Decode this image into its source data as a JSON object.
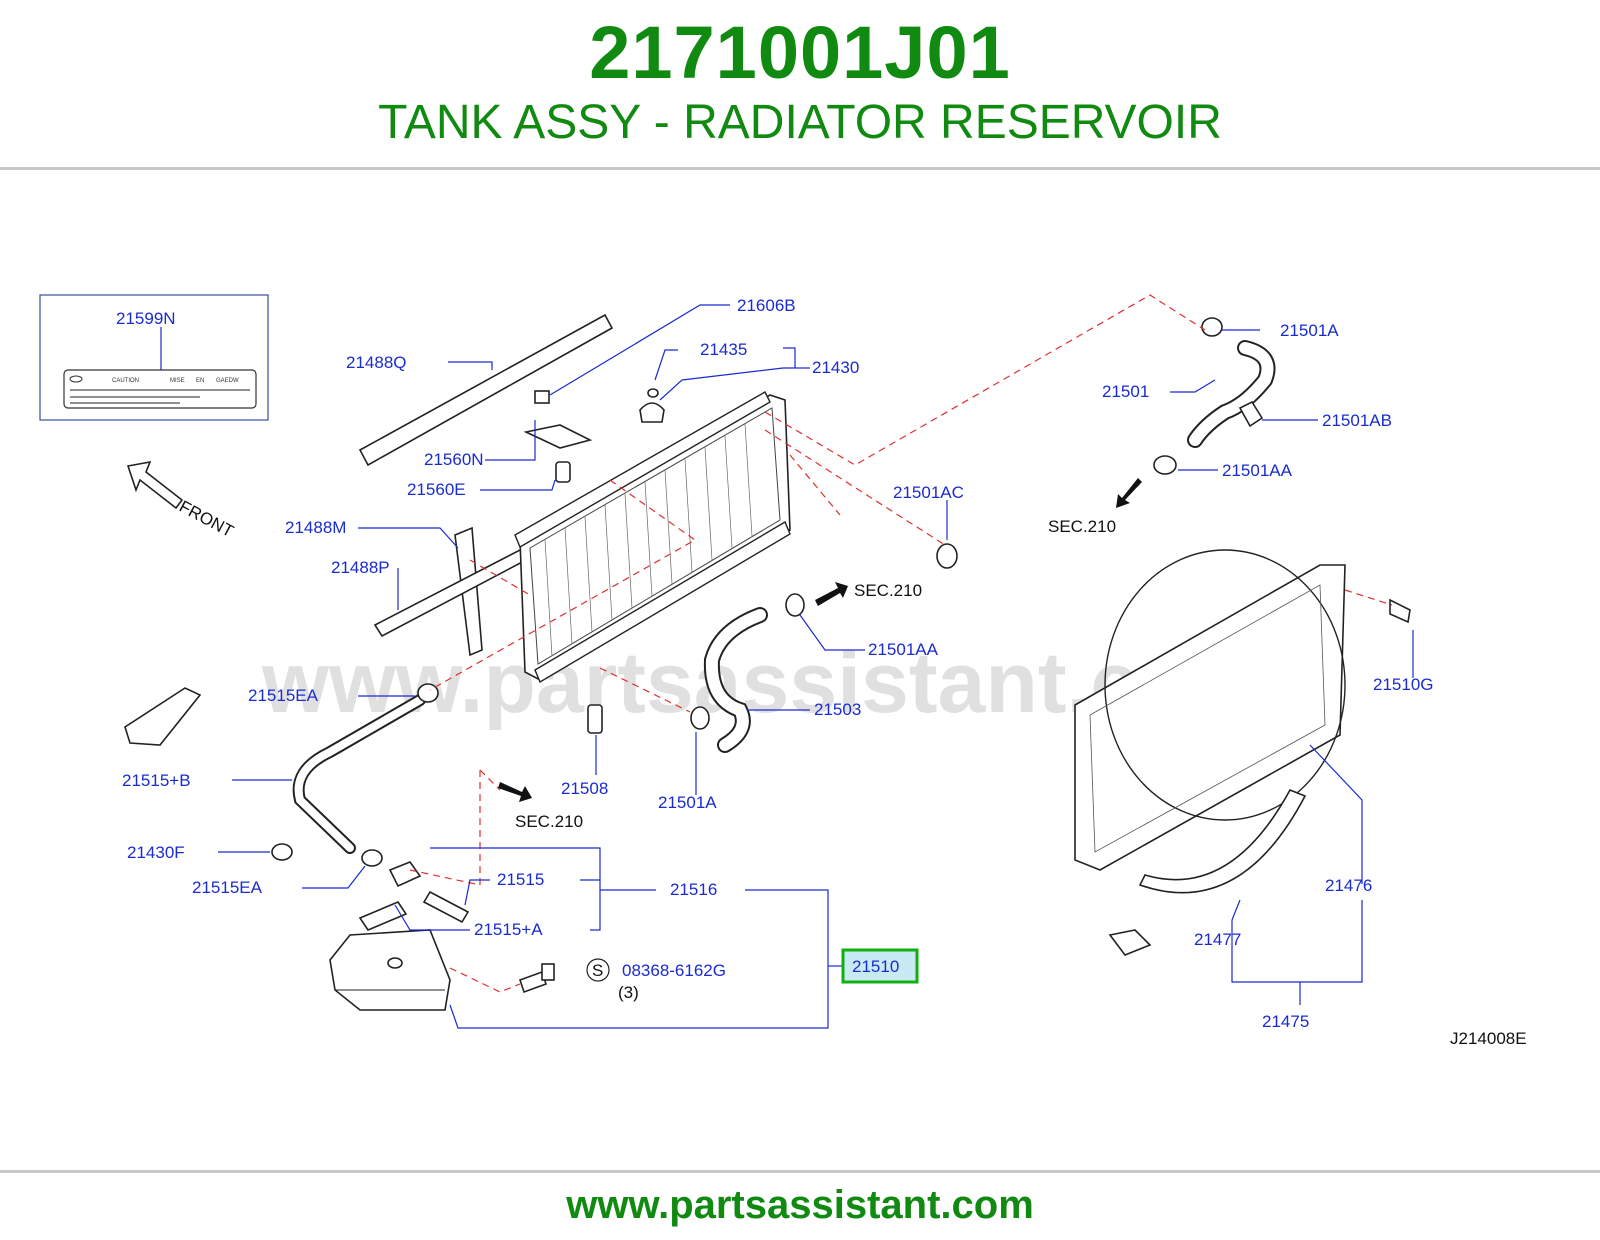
{
  "header": {
    "part_number": "2171001J01",
    "description": "TANK ASSY - RADIATOR RESERVOIR"
  },
  "footer": {
    "url": "www.partsassistant.com"
  },
  "watermark": "www.partsassistant.com",
  "colors": {
    "brand_green": "#108a10",
    "callout_blue": "#1a2bd0",
    "leader_red": "#e03030",
    "highlight_green": "#11b011"
  },
  "diagram": {
    "labels": {
      "p21599N": "21599N",
      "p21488Q": "21488Q",
      "p21606B": "21606B",
      "p21435": "21435",
      "p21430": "21430",
      "p21560N": "21560N",
      "p21560E": "21560E",
      "p21488M": "21488M",
      "p21488P": "21488P",
      "p21501A_top": "21501A",
      "p21501": "21501",
      "p21501AB": "21501AB",
      "p21501AA_top": "21501AA",
      "p21501AC": "21501AC",
      "p21501AA_mid": "21501AA",
      "p21515EA_top": "21515EA",
      "p21503": "21503",
      "p21508": "21508",
      "p21501A_bot": "21501A",
      "p21515B": "21515+B",
      "p21430F": "21430F",
      "p21515EA_bot": "21515EA",
      "p21515": "21515",
      "p21516": "21516",
      "p21515A": "21515+A",
      "p21510": "21510",
      "p08368": "08368-6162G",
      "qty3": "(3)",
      "s_mark": "S",
      "p21510G": "21510G",
      "p21476": "21476",
      "p21477": "21477",
      "p21475": "21475",
      "front": "FRONT",
      "sec210_right": "SEC.210",
      "sec210_mid": "SEC.210",
      "sec210_bot": "SEC.210",
      "diagram_code": "J214008E"
    },
    "label_card": {
      "caution": "CAUTION",
      "mise": "MISE",
      "en": "EN",
      "gaedw": "GAEDW"
    },
    "highlighted_part": "21510"
  }
}
